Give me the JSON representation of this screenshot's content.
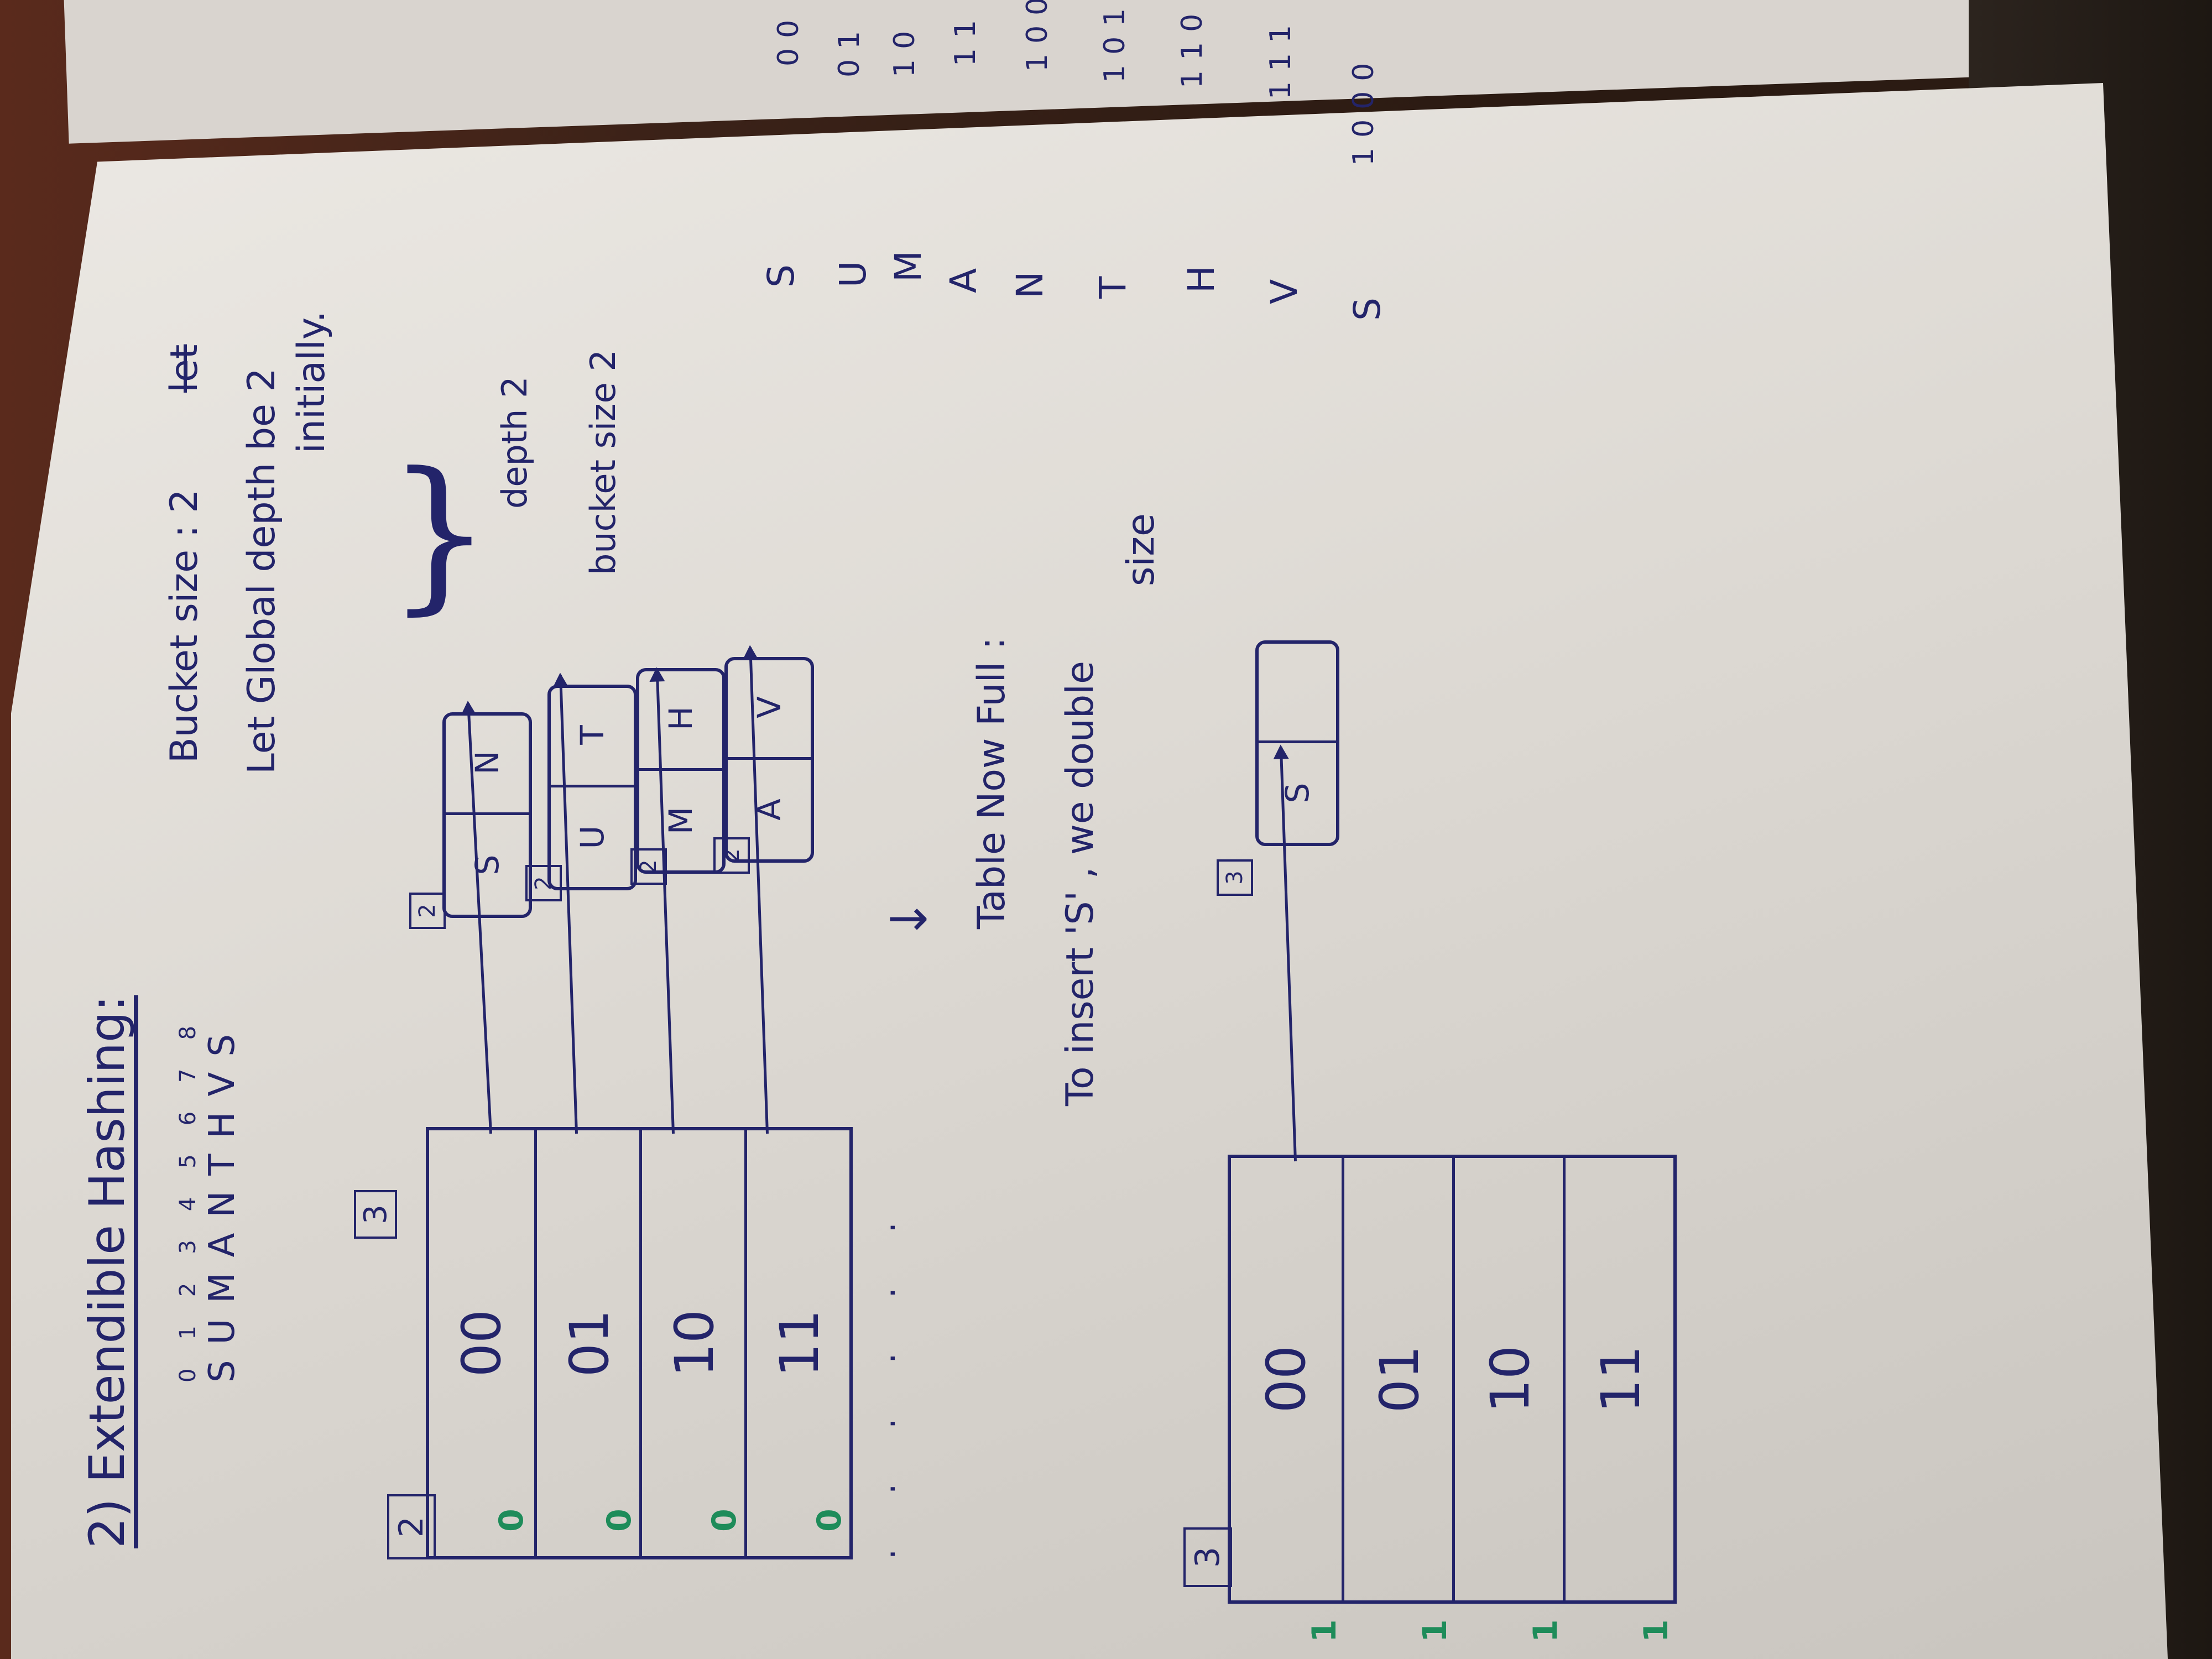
{
  "title": "2) Extendible Hashing:",
  "key_string": {
    "keys": "SUMANTHVS",
    "indices": "012345678"
  },
  "notes": {
    "bucket_size": "Bucket size : 2",
    "bucket_size_strike": "let",
    "global_depth_line1": "Let Global depth be 2",
    "global_depth_line2": "initially.",
    "brace_label_1": "depth 2",
    "brace_label_2": "bucket size 2",
    "arrow_down": "↓",
    "table_full_1": "Table Now Full :",
    "table_full_2": "To insert 'S' , we double",
    "table_full_3": "size"
  },
  "directory_1": {
    "global_depth": "2",
    "new_depth": "3",
    "entries": [
      "00",
      "01",
      "10",
      "11"
    ]
  },
  "buckets_1": [
    {
      "local_depth": "2",
      "slots": [
        "S",
        "N"
      ]
    },
    {
      "local_depth": "2",
      "slots": [
        "U",
        "T"
      ]
    },
    {
      "local_depth": "2",
      "slots": [
        "M",
        "H"
      ]
    },
    {
      "local_depth": "2",
      "slots": [
        "A",
        "V"
      ]
    }
  ],
  "directory_2": {
    "global_depth": "3",
    "entries": [
      "00",
      "01",
      "10",
      "11"
    ]
  },
  "bucket_2": {
    "local_depth": "3",
    "slots": [
      "S",
      ""
    ]
  },
  "green_marks_1": [
    "0",
    "0",
    "0",
    "0"
  ],
  "green_marks_2": [
    "1",
    "1",
    "1",
    "1"
  ],
  "hash_table": [
    {
      "letter": "S",
      "code": "00"
    },
    {
      "letter": "U",
      "code": "01"
    },
    {
      "letter": "M",
      "code": "10"
    },
    {
      "letter": "A",
      "code": "11"
    },
    {
      "letter": "N",
      "code": "100"
    },
    {
      "letter": "T",
      "code": "101"
    },
    {
      "letter": "H",
      "code": "110"
    },
    {
      "letter": "V",
      "code": "111"
    },
    {
      "letter": "S",
      "code": "1000"
    }
  ],
  "colors": {
    "ink": "#23246a",
    "green_ink": "#1e8c5a",
    "paper": "#e6e3de",
    "desk": "#3a2418"
  }
}
